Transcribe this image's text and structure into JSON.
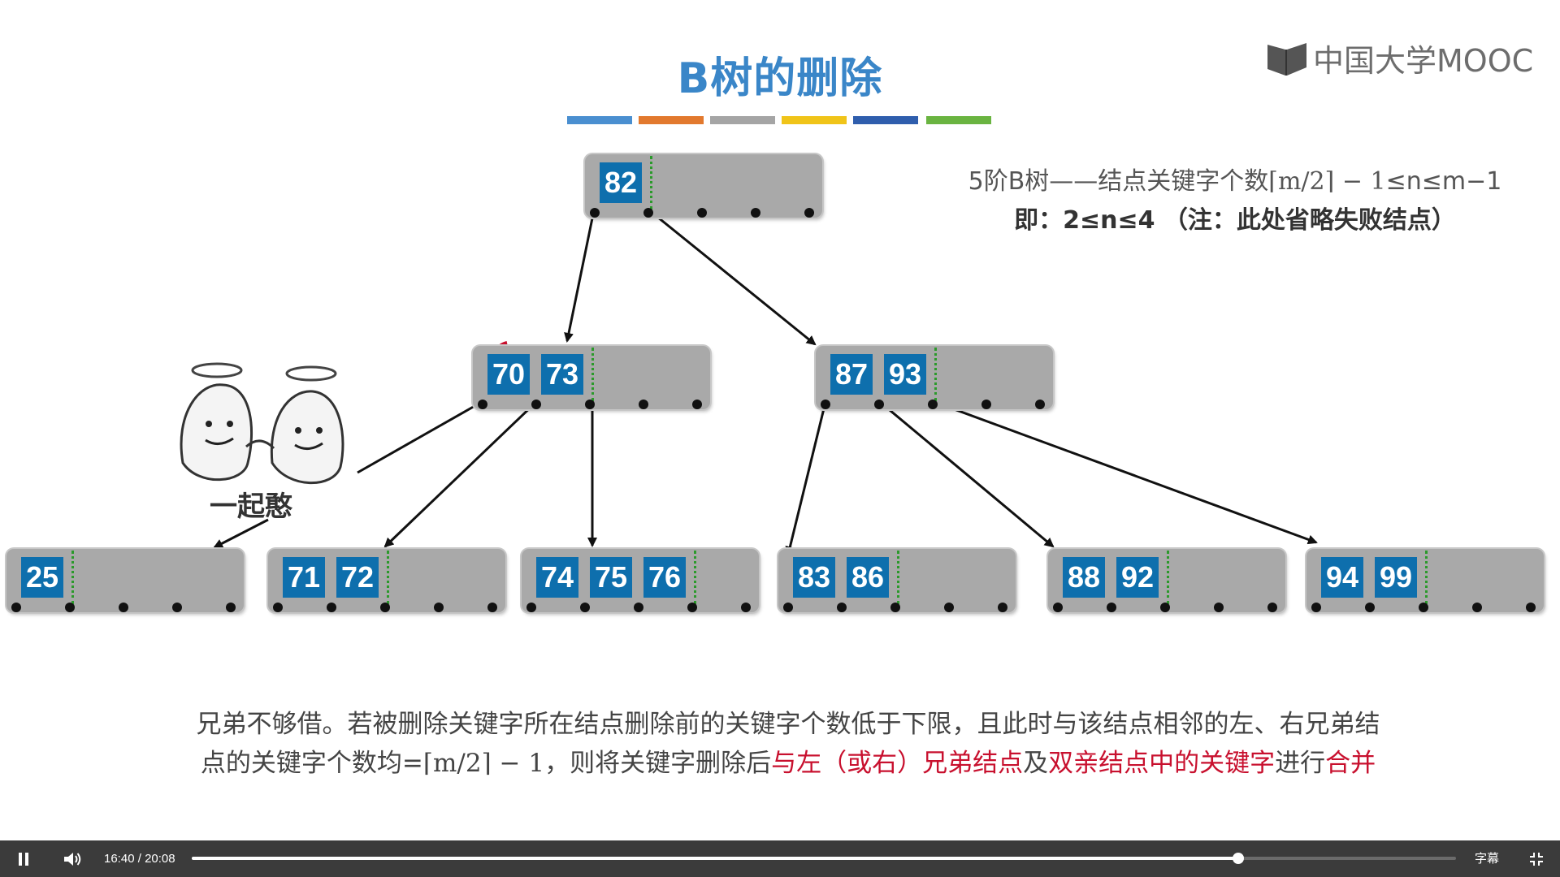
{
  "slide": {
    "title": "B树的删除",
    "logo_text": "中国大学MOOC",
    "color_bars": [
      "#4a8fd0",
      "#e2792e",
      "#a5a5a5",
      "#f0c419",
      "#2f5ead",
      "#6ab441"
    ],
    "note_line1": {
      "prefix": "5阶B树——结点关键字个数",
      "formula": "⌈m/2⌉ − 1",
      "suffix": "≤n≤m−1"
    },
    "note_line2": "即：2≤n≤4 （注：此处省略失败结点）",
    "meme_caption": "一起憨",
    "bottom_line1": "兄弟不够借。若被删除关键字所在结点删除前的关键字个数低于下限，且此时与该结点相邻的左、右兄弟结",
    "bottom_line2": {
      "part1": "点的关键字个数均=",
      "formula": "⌈m/2⌉ − 1",
      "part2": "，则将关键字删除后",
      "red1": "与左（或右）兄弟结点",
      "part3": "及",
      "red2": "双亲结点中的关键字",
      "part4": "进行",
      "red3": "合并"
    },
    "colors": {
      "key_fill": "#0e6fad",
      "node_fill": "#a9a9a9",
      "title": "#3a86c8",
      "highlight": "#c8102e"
    }
  },
  "tree": {
    "root": {
      "keys": [
        "82"
      ]
    },
    "level1": [
      {
        "keys": [
          "70",
          "73"
        ]
      },
      {
        "keys": [
          "87",
          "93"
        ]
      }
    ],
    "leaves": [
      {
        "keys": [
          "25"
        ]
      },
      {
        "keys": [
          "71",
          "72"
        ]
      },
      {
        "keys": [
          "74",
          "75",
          "76"
        ]
      },
      {
        "keys": [
          "83",
          "86"
        ]
      },
      {
        "keys": [
          "88",
          "92"
        ]
      },
      {
        "keys": [
          "94",
          "99"
        ]
      }
    ]
  },
  "player": {
    "current_time": "16:40",
    "separator": "/",
    "total_time": "20:08",
    "progress_fraction": 0.8278,
    "subtitles_label": "字幕",
    "play_state": "pause-icon",
    "volume_icon": "volume-icon",
    "fullscreen_icon": "exit-fullscreen-icon"
  }
}
